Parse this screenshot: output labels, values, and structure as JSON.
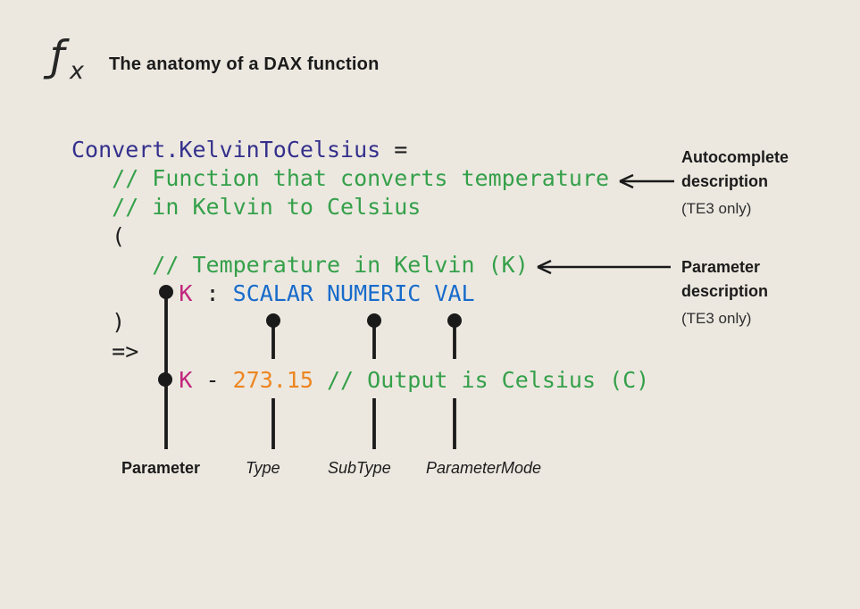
{
  "header": {
    "logo_f": "ƒ",
    "logo_x": "x",
    "title": "The anatomy of a DAX function"
  },
  "code": {
    "line1": {
      "name": "Convert.KelvinToCelsius",
      "op": " ="
    },
    "line2": {
      "comment": "   // Function that converts temperature"
    },
    "line3": {
      "comment": "   // in Kelvin to Celsius"
    },
    "line4": {
      "punct": "   ("
    },
    "line5": {
      "comment": "      // Temperature in Kelvin (K)"
    },
    "line6": {
      "indent": "        ",
      "param": "K",
      "colon": " : ",
      "type": "SCALAR NUMERIC VAL"
    },
    "line7": {
      "punct": "   )"
    },
    "line8": {
      "punct": "   =>"
    },
    "line9": {
      "indent": "        ",
      "param": "K",
      "operator": " - ",
      "number": "273.15",
      "comment": " // Output is Celsius (C)"
    }
  },
  "annotations": {
    "autocomplete": {
      "line1": "Autocomplete",
      "line2": "description",
      "note": "(TE3 only)"
    },
    "parameter": {
      "line1": "Parameter",
      "line2": "description",
      "note": "(TE3 only)"
    }
  },
  "labels": {
    "parameter": "Parameter",
    "type": "Type",
    "subtype": "SubType",
    "parameter_mode": "ParameterMode"
  },
  "colors": {
    "background": "#ECE8E0",
    "ink": "#1E1E1E",
    "function_name": "#34308C",
    "comment": "#35A04A",
    "type": "#176BCB",
    "parameter": "#C0257C",
    "number": "#EC8520"
  }
}
